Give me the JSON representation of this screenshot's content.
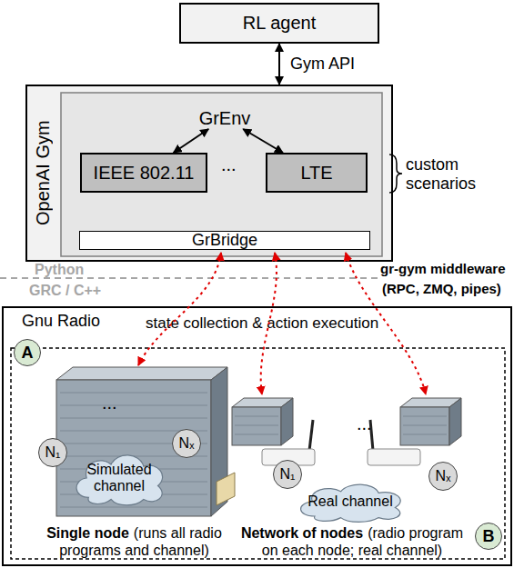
{
  "diagram": {
    "nodes": [
      {
        "text": [
          "RL agent"
        ]
      },
      {
        "text": [
          "OpenAI Gym"
        ]
      },
      {
        "text": [
          "GrEnv"
        ],
        "in": 1
      },
      {
        "text": [
          "IEEE 802.11"
        ],
        "in": 1
      },
      {
        "text": [
          "LTE"
        ],
        "in": 1
      },
      {
        "text": [
          "GrBridge"
        ],
        "in": 1
      },
      {
        "text": [
          "Gnu Radio"
        ]
      },
      {
        "text": [
          "A"
        ],
        "in": 6
      },
      {
        "text": [
          "N₁"
        ],
        "in": 6
      },
      {
        "text": [
          "Nₓ"
        ],
        "in": 6
      },
      {
        "text": [
          "Simulated channel"
        ],
        "in": 6
      },
      {
        "text": [
          "N₁"
        ],
        "in": 6
      },
      {
        "text": [
          "Nₓ"
        ],
        "in": 6
      },
      {
        "text": [
          "Real channel"
        ],
        "in": 6
      },
      {
        "text": [
          "B"
        ],
        "in": 6
      }
    ],
    "edges": [
      {
        "from": 0,
        "to": 1,
        "label": "Gym API",
        "arrow": "both"
      },
      {
        "from": 2,
        "to": 3,
        "arrow": "both"
      },
      {
        "from": 2,
        "to": 4,
        "arrow": "both"
      }
    ],
    "labels": [
      "...",
      "custom scenarios",
      "Python",
      "GRC / C++",
      "gr-gym middleware",
      "(RPC, ZMQ, pipes)",
      "state collection & action execution",
      "...",
      "Single node",
      "(runs all radio programs and channel)",
      "...",
      "Network of nodes",
      "(radio program on each node; real channel)"
    ]
  }
}
